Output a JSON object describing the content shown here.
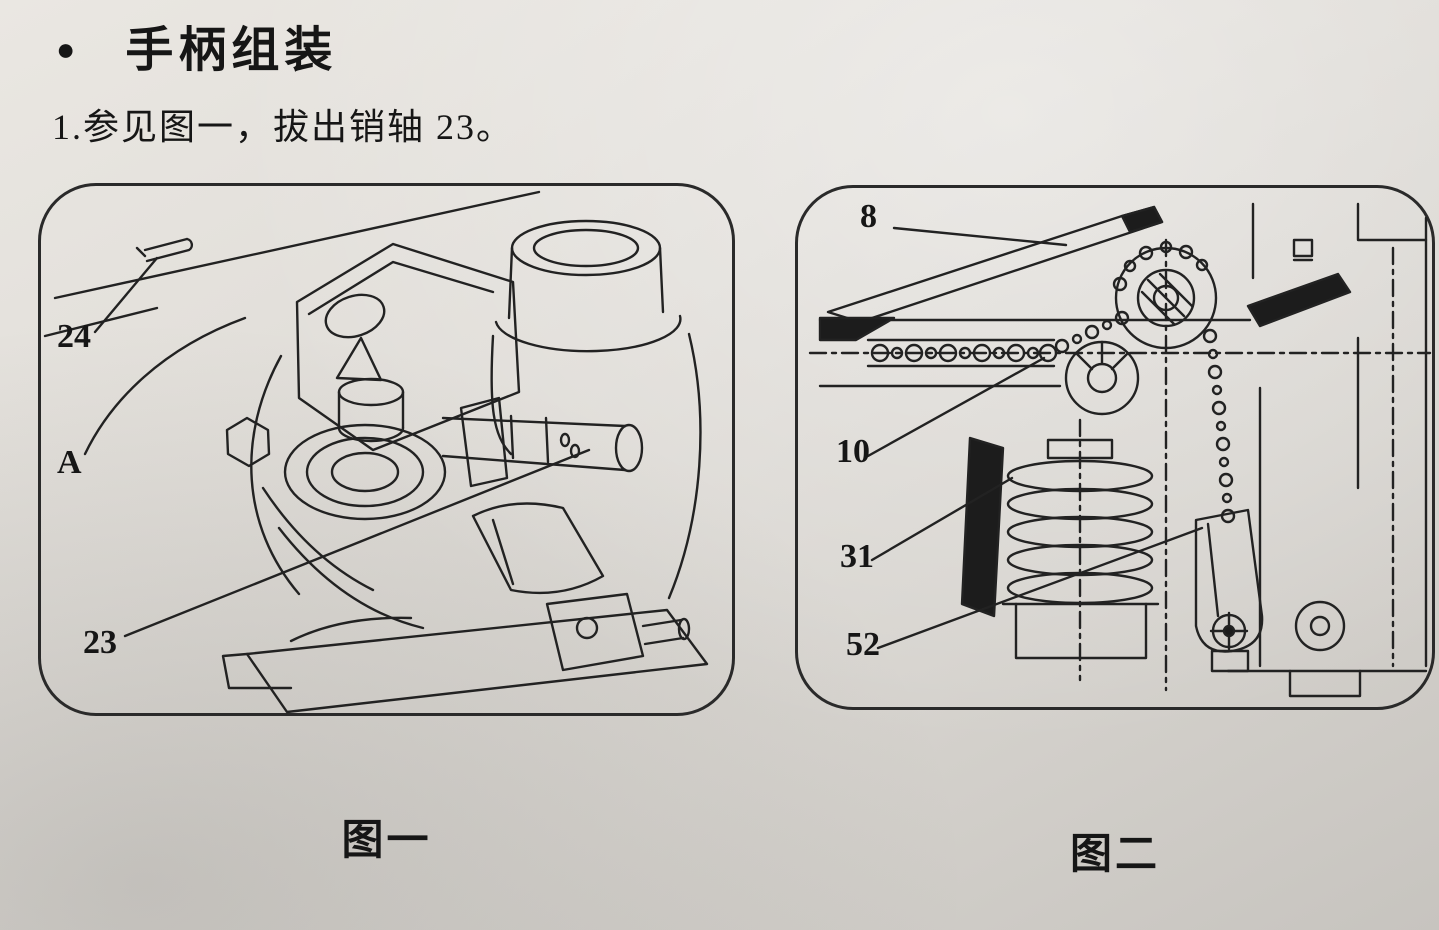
{
  "page": {
    "bullet": "●",
    "title": "手柄组装",
    "step": "1.参见图一，拔出销轴 23。"
  },
  "figure1": {
    "caption": "图一",
    "labels": [
      "24",
      "A",
      "23"
    ]
  },
  "figure2": {
    "caption": "图二",
    "labels": [
      "8",
      "10",
      "31",
      "52"
    ]
  },
  "colors": {
    "ink": "#1c1c1c",
    "paper": "#dedbd6"
  }
}
